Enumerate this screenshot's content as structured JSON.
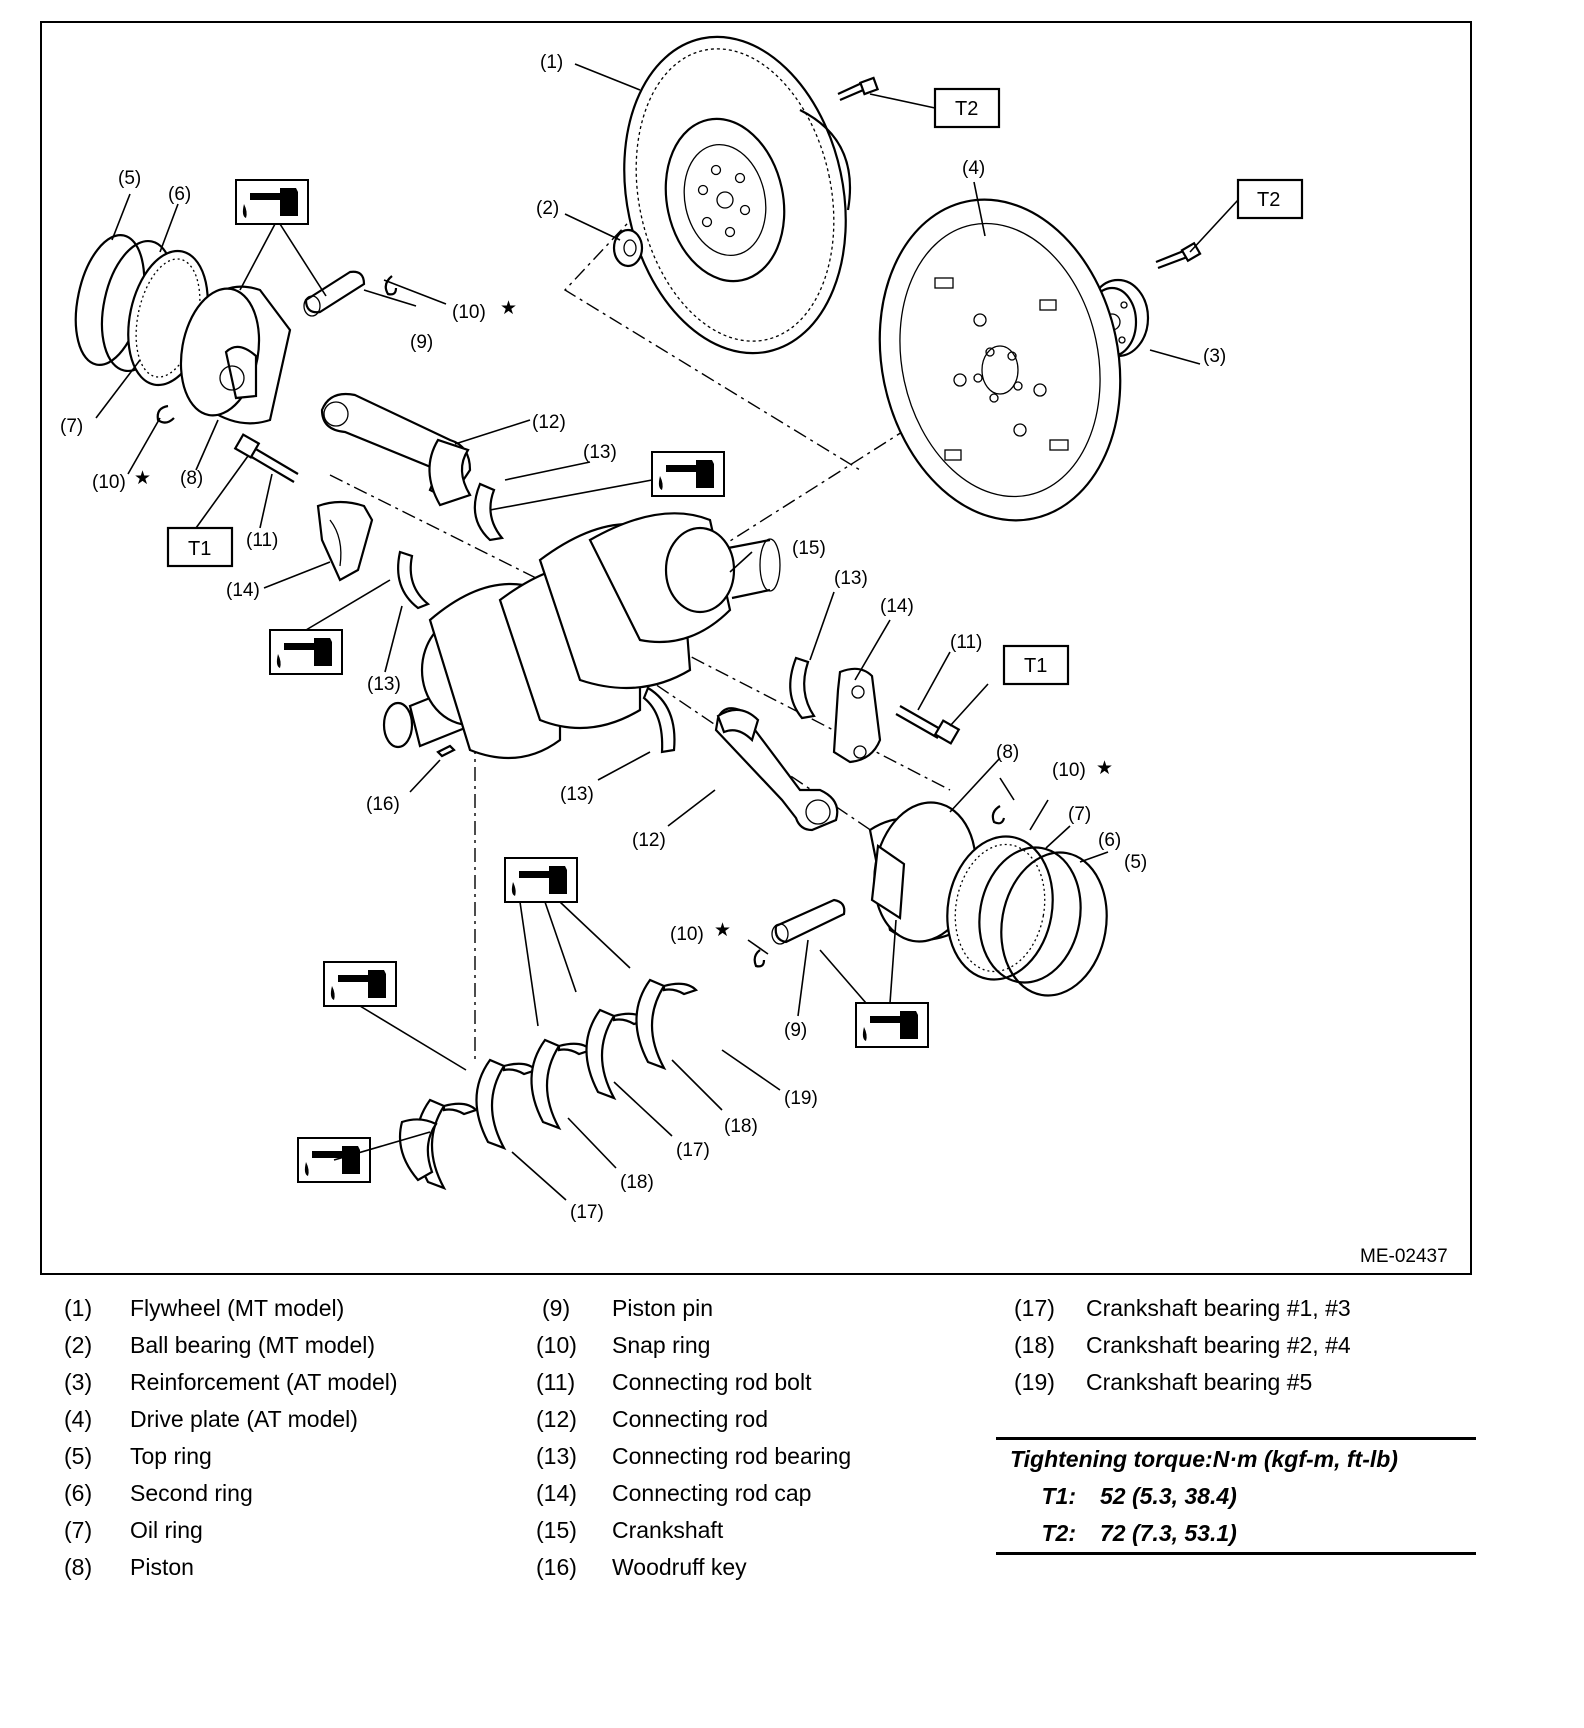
{
  "figure": {
    "code": "ME-02437",
    "callouts": {
      "n1": "(1)",
      "n2": "(2)",
      "n3": "(3)",
      "n4": "(4)",
      "n5": "(5)",
      "n6": "(6)",
      "n7": "(7)",
      "n8": "(8)",
      "n9": "(9)",
      "n10": "(10)",
      "n11": "(11)",
      "n12": "(12)",
      "n13": "(13)",
      "n14": "(14)",
      "n15": "(15)",
      "n16": "(16)",
      "n17": "(17)",
      "n18": "(18)",
      "n19": "(19)"
    },
    "star_symbol": "★",
    "torque_tags": {
      "t1": "T1",
      "t2": "T2"
    },
    "icons": [
      "oil-can-icon",
      "star-icon"
    ]
  },
  "legend": {
    "col1": [
      {
        "num": "(1)",
        "name": "Flywheel (MT model)"
      },
      {
        "num": "(2)",
        "name": "Ball bearing (MT model)"
      },
      {
        "num": "(3)",
        "name": "Reinforcement (AT model)"
      },
      {
        "num": "(4)",
        "name": "Drive plate (AT model)"
      },
      {
        "num": "(5)",
        "name": "Top ring"
      },
      {
        "num": "(6)",
        "name": "Second ring"
      },
      {
        "num": "(7)",
        "name": "Oil ring"
      },
      {
        "num": "(8)",
        "name": "Piston"
      }
    ],
    "col2": [
      {
        "num": "(9)",
        "name": "Piston pin"
      },
      {
        "num": "(10)",
        "name": "Snap ring"
      },
      {
        "num": "(11)",
        "name": "Connecting rod bolt"
      },
      {
        "num": "(12)",
        "name": "Connecting rod"
      },
      {
        "num": "(13)",
        "name": "Connecting rod bearing"
      },
      {
        "num": "(14)",
        "name": "Connecting rod cap"
      },
      {
        "num": "(15)",
        "name": "Crankshaft"
      },
      {
        "num": "(16)",
        "name": "Woodruff key"
      }
    ],
    "col3": [
      {
        "num": "(17)",
        "name": "Crankshaft bearing #1, #3"
      },
      {
        "num": "(18)",
        "name": "Crankshaft bearing #2, #4"
      },
      {
        "num": "(19)",
        "name": "Crankshaft bearing #5"
      }
    ]
  },
  "torque": {
    "title": "Tightening torque:N·m (kgf-m, ft-lb)",
    "rows": [
      {
        "key": "T1:",
        "value": "52 (5.3, 38.4)"
      },
      {
        "key": "T2:",
        "value": "72 (7.3, 53.1)"
      }
    ]
  }
}
